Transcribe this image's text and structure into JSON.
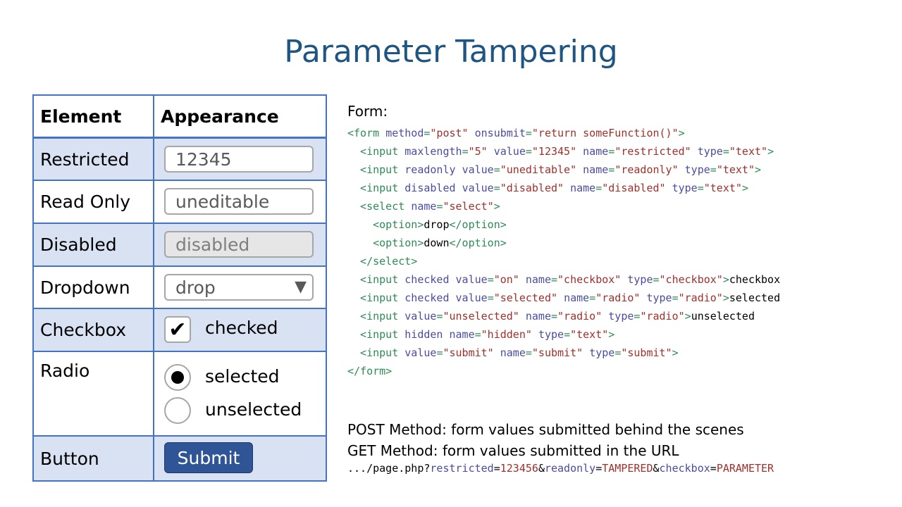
{
  "title": "Parameter Tampering",
  "table": {
    "headers": [
      "Element",
      "Appearance"
    ],
    "rows": {
      "restricted": {
        "label": "Restricted",
        "value": "12345"
      },
      "readonly": {
        "label": "Read Only",
        "value": "uneditable"
      },
      "disabled": {
        "label": "Disabled",
        "value": "disabled"
      },
      "dropdown": {
        "label": "Dropdown",
        "value": "drop",
        "caret": "▼"
      },
      "checkbox": {
        "label": "Checkbox",
        "mark": "✔",
        "value": "checked"
      },
      "radio": {
        "label": "Radio",
        "selected": "selected",
        "unselected": "unselected"
      },
      "button": {
        "label": "Button",
        "value": "Submit"
      }
    }
  },
  "code": {
    "label": "Form:",
    "lines": [
      [
        [
          "tg",
          "<form "
        ],
        [
          "at",
          "method"
        ],
        [
          "tg",
          "="
        ],
        [
          "st",
          "\"post\""
        ],
        [
          "tg",
          " "
        ],
        [
          "at",
          "onsubmit"
        ],
        [
          "tg",
          "="
        ],
        [
          "st",
          "\"return someFunction()\""
        ],
        [
          "tg",
          ">"
        ]
      ],
      [
        [
          "tg",
          "  <input "
        ],
        [
          "at",
          "maxlength"
        ],
        [
          "tg",
          "="
        ],
        [
          "st",
          "\"5\""
        ],
        [
          "tg",
          " "
        ],
        [
          "at",
          "value"
        ],
        [
          "tg",
          "="
        ],
        [
          "st",
          "\"12345\""
        ],
        [
          "tg",
          " "
        ],
        [
          "at",
          "name"
        ],
        [
          "tg",
          "="
        ],
        [
          "st",
          "\"restricted\""
        ],
        [
          "tg",
          " "
        ],
        [
          "at",
          "type"
        ],
        [
          "tg",
          "="
        ],
        [
          "st",
          "\"text\""
        ],
        [
          "tg",
          ">"
        ]
      ],
      [
        [
          "tg",
          "  <input "
        ],
        [
          "at",
          "readonly"
        ],
        [
          "tg",
          " "
        ],
        [
          "at",
          "value"
        ],
        [
          "tg",
          "="
        ],
        [
          "st",
          "\"uneditable\""
        ],
        [
          "tg",
          " "
        ],
        [
          "at",
          "name"
        ],
        [
          "tg",
          "="
        ],
        [
          "st",
          "\"readonly\""
        ],
        [
          "tg",
          " "
        ],
        [
          "at",
          "type"
        ],
        [
          "tg",
          "="
        ],
        [
          "st",
          "\"text\""
        ],
        [
          "tg",
          ">"
        ]
      ],
      [
        [
          "tg",
          "  <input "
        ],
        [
          "at",
          "disabled"
        ],
        [
          "tg",
          " "
        ],
        [
          "at",
          "value"
        ],
        [
          "tg",
          "="
        ],
        [
          "st",
          "\"disabled\""
        ],
        [
          "tg",
          " "
        ],
        [
          "at",
          "name"
        ],
        [
          "tg",
          "="
        ],
        [
          "st",
          "\"disabled\""
        ],
        [
          "tg",
          " "
        ],
        [
          "at",
          "type"
        ],
        [
          "tg",
          "="
        ],
        [
          "st",
          "\"text\""
        ],
        [
          "tg",
          ">"
        ]
      ],
      [
        [
          "tg",
          "  <select "
        ],
        [
          "at",
          "name"
        ],
        [
          "tg",
          "="
        ],
        [
          "st",
          "\"select\""
        ],
        [
          "tg",
          ">"
        ]
      ],
      [
        [
          "tg",
          "    <option>"
        ],
        [
          "tx",
          "drop"
        ],
        [
          "tg",
          "</option>"
        ]
      ],
      [
        [
          "tg",
          "    <option>"
        ],
        [
          "tx",
          "down"
        ],
        [
          "tg",
          "</option>"
        ]
      ],
      [
        [
          "tg",
          "  </select>"
        ]
      ],
      [
        [
          "tg",
          "  <input "
        ],
        [
          "at",
          "checked"
        ],
        [
          "tg",
          " "
        ],
        [
          "at",
          "value"
        ],
        [
          "tg",
          "="
        ],
        [
          "st",
          "\"on\""
        ],
        [
          "tg",
          " "
        ],
        [
          "at",
          "name"
        ],
        [
          "tg",
          "="
        ],
        [
          "st",
          "\"checkbox\""
        ],
        [
          "tg",
          " "
        ],
        [
          "at",
          "type"
        ],
        [
          "tg",
          "="
        ],
        [
          "st",
          "\"checkbox\""
        ],
        [
          "tg",
          ">"
        ],
        [
          "tx",
          "checkbox"
        ]
      ],
      [
        [
          "tg",
          "  <input "
        ],
        [
          "at",
          "checked"
        ],
        [
          "tg",
          " "
        ],
        [
          "at",
          "value"
        ],
        [
          "tg",
          "="
        ],
        [
          "st",
          "\"selected\""
        ],
        [
          "tg",
          " "
        ],
        [
          "at",
          "name"
        ],
        [
          "tg",
          "="
        ],
        [
          "st",
          "\"radio\""
        ],
        [
          "tg",
          " "
        ],
        [
          "at",
          "type"
        ],
        [
          "tg",
          "="
        ],
        [
          "st",
          "\"radio\""
        ],
        [
          "tg",
          ">"
        ],
        [
          "tx",
          "selected"
        ]
      ],
      [
        [
          "tg",
          "  <input "
        ],
        [
          "at",
          "value"
        ],
        [
          "tg",
          "="
        ],
        [
          "st",
          "\"unselected\""
        ],
        [
          "tg",
          " "
        ],
        [
          "at",
          "name"
        ],
        [
          "tg",
          "="
        ],
        [
          "st",
          "\"radio\""
        ],
        [
          "tg",
          " "
        ],
        [
          "at",
          "type"
        ],
        [
          "tg",
          "="
        ],
        [
          "st",
          "\"radio\""
        ],
        [
          "tg",
          ">"
        ],
        [
          "tx",
          "unselected"
        ]
      ],
      [
        [
          "tg",
          "  <input "
        ],
        [
          "at",
          "hidden"
        ],
        [
          "tg",
          " "
        ],
        [
          "at",
          "name"
        ],
        [
          "tg",
          "="
        ],
        [
          "st",
          "\"hidden\""
        ],
        [
          "tg",
          " "
        ],
        [
          "at",
          "type"
        ],
        [
          "tg",
          "="
        ],
        [
          "st",
          "\"text\""
        ],
        [
          "tg",
          ">"
        ]
      ],
      [
        [
          "tg",
          "  <input "
        ],
        [
          "at",
          "value"
        ],
        [
          "tg",
          "="
        ],
        [
          "st",
          "\"submit\""
        ],
        [
          "tg",
          " "
        ],
        [
          "at",
          "name"
        ],
        [
          "tg",
          "="
        ],
        [
          "st",
          "\"submit\""
        ],
        [
          "tg",
          " "
        ],
        [
          "at",
          "type"
        ],
        [
          "tg",
          "="
        ],
        [
          "st",
          "\"submit\""
        ],
        [
          "tg",
          ">"
        ]
      ],
      [
        [
          "tg",
          "</form>"
        ]
      ]
    ]
  },
  "notes": {
    "post": "POST Method: form values submitted behind the scenes",
    "get": "GET Method: form values submitted in the URL"
  },
  "url": {
    "prefix": ".../page.php?",
    "params": [
      {
        "key": "restricted",
        "value": "123456"
      },
      {
        "key": "readonly",
        "value": "TAMPERED"
      },
      {
        "key": "checkbox",
        "value": "PARAMETER"
      }
    ]
  },
  "colors": {
    "title": "#1f5582",
    "border": "#4472c4",
    "shade": "#d9e2f3",
    "button": "#2f5597",
    "code_tag": "#2e8b57",
    "code_attr": "#4b4ba0",
    "code_string": "#a0302b"
  }
}
